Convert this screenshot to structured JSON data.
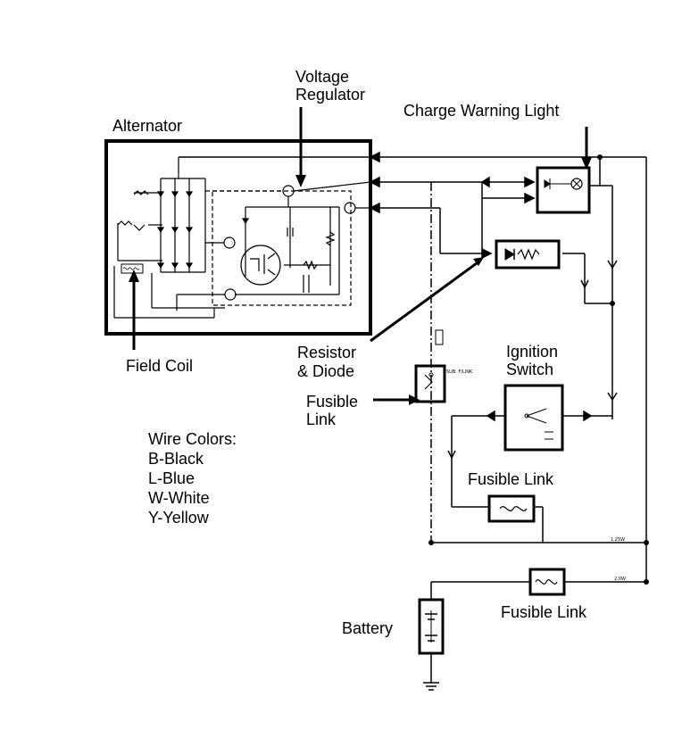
{
  "labels": {
    "voltage_regulator_line1": "Voltage",
    "voltage_regulator_line2": "Regulator",
    "alternator": "Alternator",
    "charge_warning_light": "Charge Warning Light",
    "field_coil": "Field Coil",
    "resistor_line1": "Resistor",
    "resistor_line2": "& Diode",
    "fusible_link_left_line1": "Fusible",
    "fusible_link_left_line2": "Link",
    "ignition_line1": "Ignition",
    "ignition_line2": "Switch",
    "fusible_link_mid": "Fusible Link",
    "fusible_link_bottom": "Fusible Link",
    "battery": "Battery"
  },
  "wire_colors": {
    "heading": "Wire Colors:",
    "items": [
      "B-Black",
      "L-Blue",
      "W-White",
      "Y-Yellow"
    ]
  },
  "small_marks": {
    "sub_flink": "SUB. F/LINK",
    "w1": "1.25W",
    "w2": "2.0W"
  }
}
